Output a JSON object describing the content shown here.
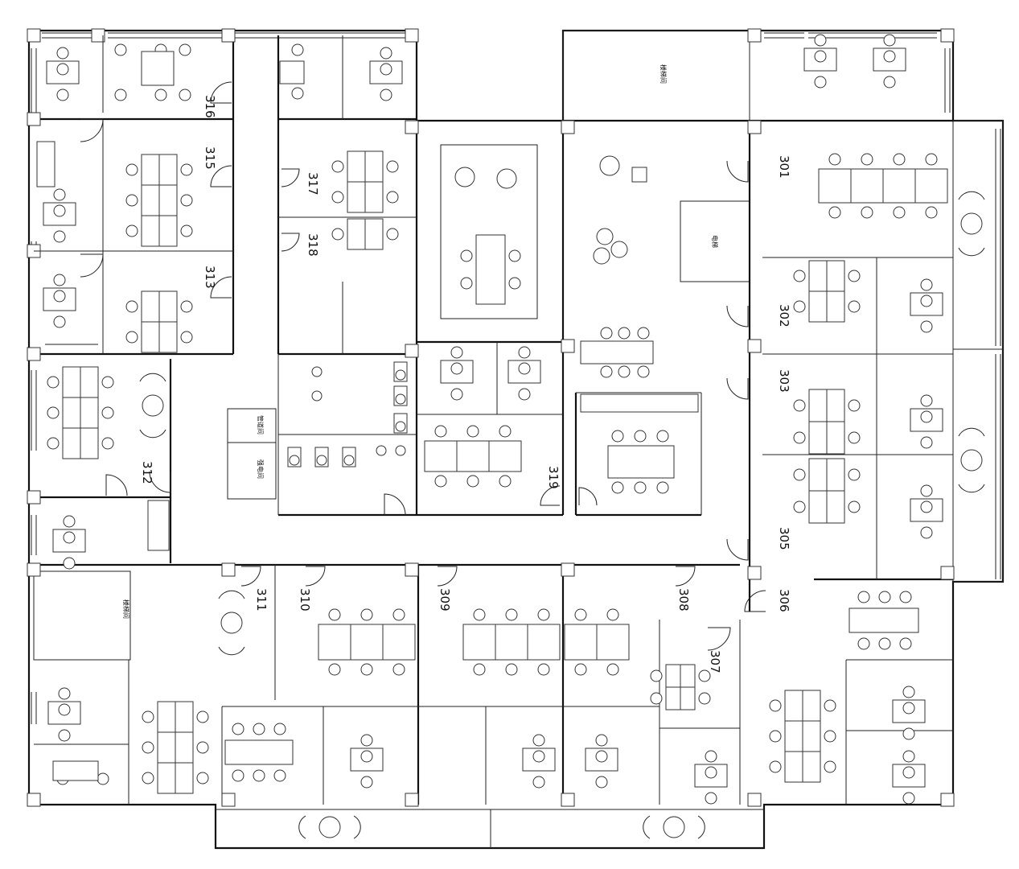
{
  "rooms": [
    {
      "label": "316",
      "rot": 90
    },
    {
      "label": "315",
      "rot": 90
    },
    {
      "label": "313",
      "rot": 90
    },
    {
      "label": "317",
      "rot": 90
    },
    {
      "label": "318",
      "rot": 90
    },
    {
      "label": "312",
      "rot": 90
    },
    {
      "label": "311",
      "rot": 90
    },
    {
      "label": "310",
      "rot": 90
    },
    {
      "label": "309",
      "rot": 90
    },
    {
      "label": "308",
      "rot": 90
    },
    {
      "label": "307",
      "rot": 90
    },
    {
      "label": "306",
      "rot": 90
    },
    {
      "label": "305",
      "rot": 90
    },
    {
      "label": "303",
      "rot": 90
    },
    {
      "label": "302",
      "rot": 90
    },
    {
      "label": "301",
      "rot": 90
    },
    {
      "label": "319",
      "rot": 90
    }
  ],
  "labels": [
    {
      "label": "楼梯间"
    },
    {
      "label": "楼梯间"
    },
    {
      "label": "电梯"
    },
    {
      "label": "管道间"
    },
    {
      "label": "强电间"
    }
  ],
  "colors": {
    "wall": "#111111",
    "fill": "#ffffff"
  }
}
